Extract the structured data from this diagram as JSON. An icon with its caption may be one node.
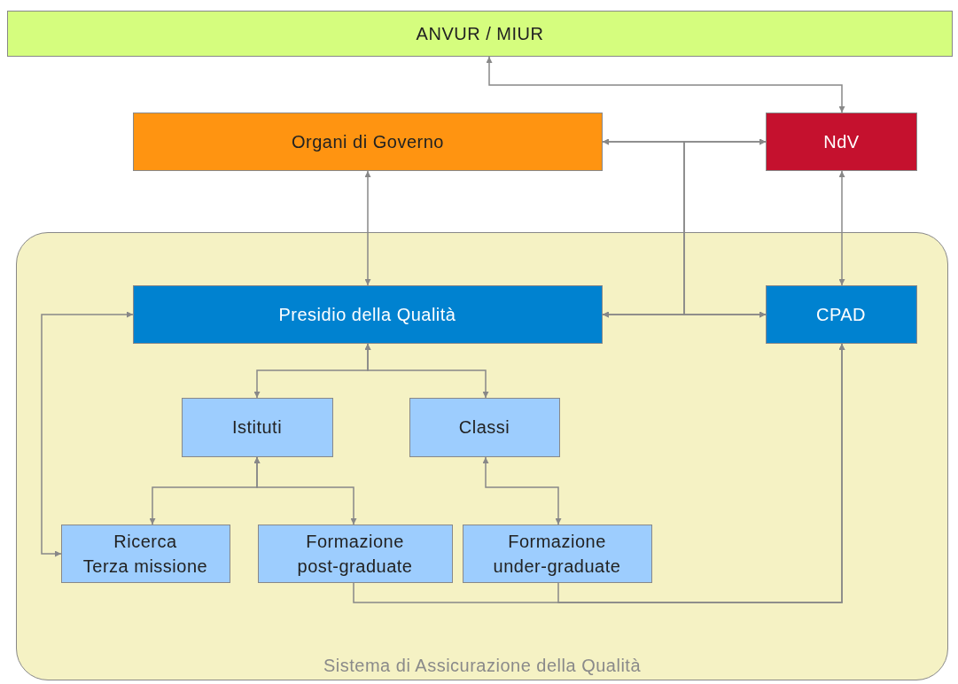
{
  "diagram": {
    "nodes": [
      {
        "text": [
          "ANVUR / MIUR"
        ]
      },
      {
        "text": [
          "Organi di Governo"
        ]
      },
      {
        "text": [
          "NdV"
        ]
      },
      {
        "text": [
          "Sistema di Assicurazione della Qualità"
        ]
      },
      {
        "text": [
          "Presidio della Qualità"
        ],
        "in": 3
      },
      {
        "text": [
          "CPAD"
        ],
        "in": 3
      },
      {
        "text": [
          "Istituti"
        ],
        "in": 3
      },
      {
        "text": [
          "Classi"
        ],
        "in": 3
      },
      {
        "text": [
          "Ricerca Terza missione"
        ],
        "in": 3
      },
      {
        "text": [
          "Formazione post-graduate"
        ],
        "in": 3
      },
      {
        "text": [
          "Formazione under-graduate"
        ],
        "in": 3
      }
    ],
    "edges": [
      {
        "from": 0,
        "to": 2,
        "arrow": "both"
      },
      {
        "from": 1,
        "to": 2,
        "arrow": "both"
      },
      {
        "from": 4,
        "to": 5,
        "arrow": "both"
      },
      {
        "from": 1,
        "to": 5,
        "arrow": "both"
      },
      {
        "from": 4,
        "to": 2,
        "arrow": "both"
      },
      {
        "from": 1,
        "to": 4,
        "arrow": "both"
      },
      {
        "from": 2,
        "to": 5,
        "arrow": "both"
      },
      {
        "from": 4,
        "to": 6,
        "arrow": "both"
      },
      {
        "from": 4,
        "to": 7,
        "arrow": "both"
      },
      {
        "from": 4,
        "to": 8,
        "arrow": "both"
      },
      {
        "from": 6,
        "to": 8,
        "arrow": "both"
      },
      {
        "from": 6,
        "to": 9,
        "arrow": "both"
      },
      {
        "from": 7,
        "to": 10,
        "arrow": "both"
      },
      {
        "from": 9,
        "to": 5,
        "arrow": "to"
      },
      {
        "from": 10,
        "to": 5,
        "arrow": "to"
      }
    ]
  }
}
